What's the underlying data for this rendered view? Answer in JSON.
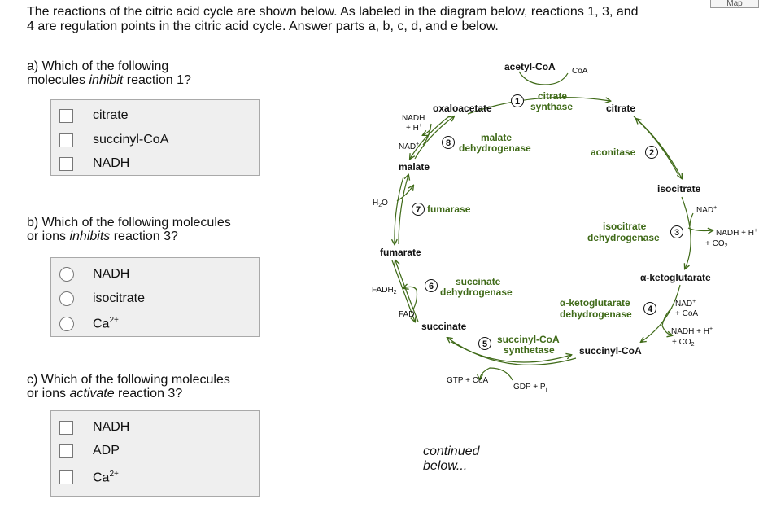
{
  "header": {
    "map_badge": "Map",
    "intro_line1": "The reactions of the citric acid cycle are shown below. As labeled in the diagram below, reactions 1, 3, and",
    "intro_line2": "4 are regulation points in the citric acid cycle. Answer parts a, b, c, d, and e below."
  },
  "question_a": {
    "line1": "a) Which of the following",
    "line2_pre": "molecules ",
    "line2_em": "inhibit",
    "line2_post": " reaction 1?",
    "options": [
      "citrate",
      "succinyl-CoA",
      "NADH"
    ]
  },
  "question_b": {
    "line1": "b) Which of the following molecules",
    "line2_pre": "or ions ",
    "line2_em": "inhibits",
    "line2_post": " reaction 3?",
    "options": [
      "NADH",
      "isocitrate",
      "Ca"
    ],
    "option3_sup": "2+"
  },
  "question_c": {
    "line1": "c) Which of the following molecules",
    "line2_pre": "or ions ",
    "line2_em": "activate",
    "line2_post": " reaction 3?",
    "options": [
      "NADH",
      "ADP",
      "Ca"
    ],
    "option3_sup": "2+"
  },
  "footer": {
    "continued_line1": "continued",
    "continued_line2": "below..."
  },
  "diagram": {
    "molecules": {
      "acetyl_coa": "acetyl-CoA",
      "oxaloacetate": "oxaloacetate",
      "citrate": "citrate",
      "isocitrate": "isocitrate",
      "alpha_ketoglutarate": "α-ketoglutarate",
      "succinyl_coa": "succinyl-CoA",
      "succinate": "succinate",
      "fumarate": "fumarate",
      "malate": "malate"
    },
    "enzymes": {
      "citrate_synthase_1": "citrate",
      "citrate_synthase_2": "synthase",
      "aconitase": "aconitase",
      "isocitrate_dh_1": "isocitrate",
      "isocitrate_dh_2": "dehydrogenase",
      "akg_dh_1": "α-ketoglutarate",
      "akg_dh_2": "dehydrogenase",
      "succinyl_coa_synthetase_1": "succinyl-CoA",
      "succinyl_coa_synthetase_2": "synthetase",
      "succinate_dh_1": "succinate",
      "succinate_dh_2": "dehydrogenase",
      "fumarase": "fumarase",
      "malate_dh_1": "malate",
      "malate_dh_2": "dehydrogenase"
    },
    "cofactors": {
      "coa_top": "CoA",
      "nad_3": "NAD",
      "nadh_3_line1": "NADH + H",
      "nadh_3_line2": "+ CO",
      "nad_4_line1": "NAD",
      "nad_4_line2": "+ CoA",
      "nadh_4_line1": "NADH + H",
      "nadh_4_line2": "+ CO",
      "gdp": "GDP + P",
      "gdp_sub": "i",
      "gtp": "GTP + CoA",
      "fadh2": "FADH",
      "fad": "FAD",
      "h2o": "H",
      "h2o_tail": "O",
      "nad_8": "NAD",
      "nadh_8_line1": "NADH",
      "nadh_8_line2": "+ H",
      "plus_sup": "+",
      "two_sub": "2"
    },
    "step_numbers": [
      "1",
      "2",
      "3",
      "4",
      "5",
      "6",
      "7",
      "8"
    ]
  },
  "colors": {
    "arrow": "#3f6a18",
    "enzyme_text": "#3f6a18",
    "box_bg": "#efefef"
  }
}
